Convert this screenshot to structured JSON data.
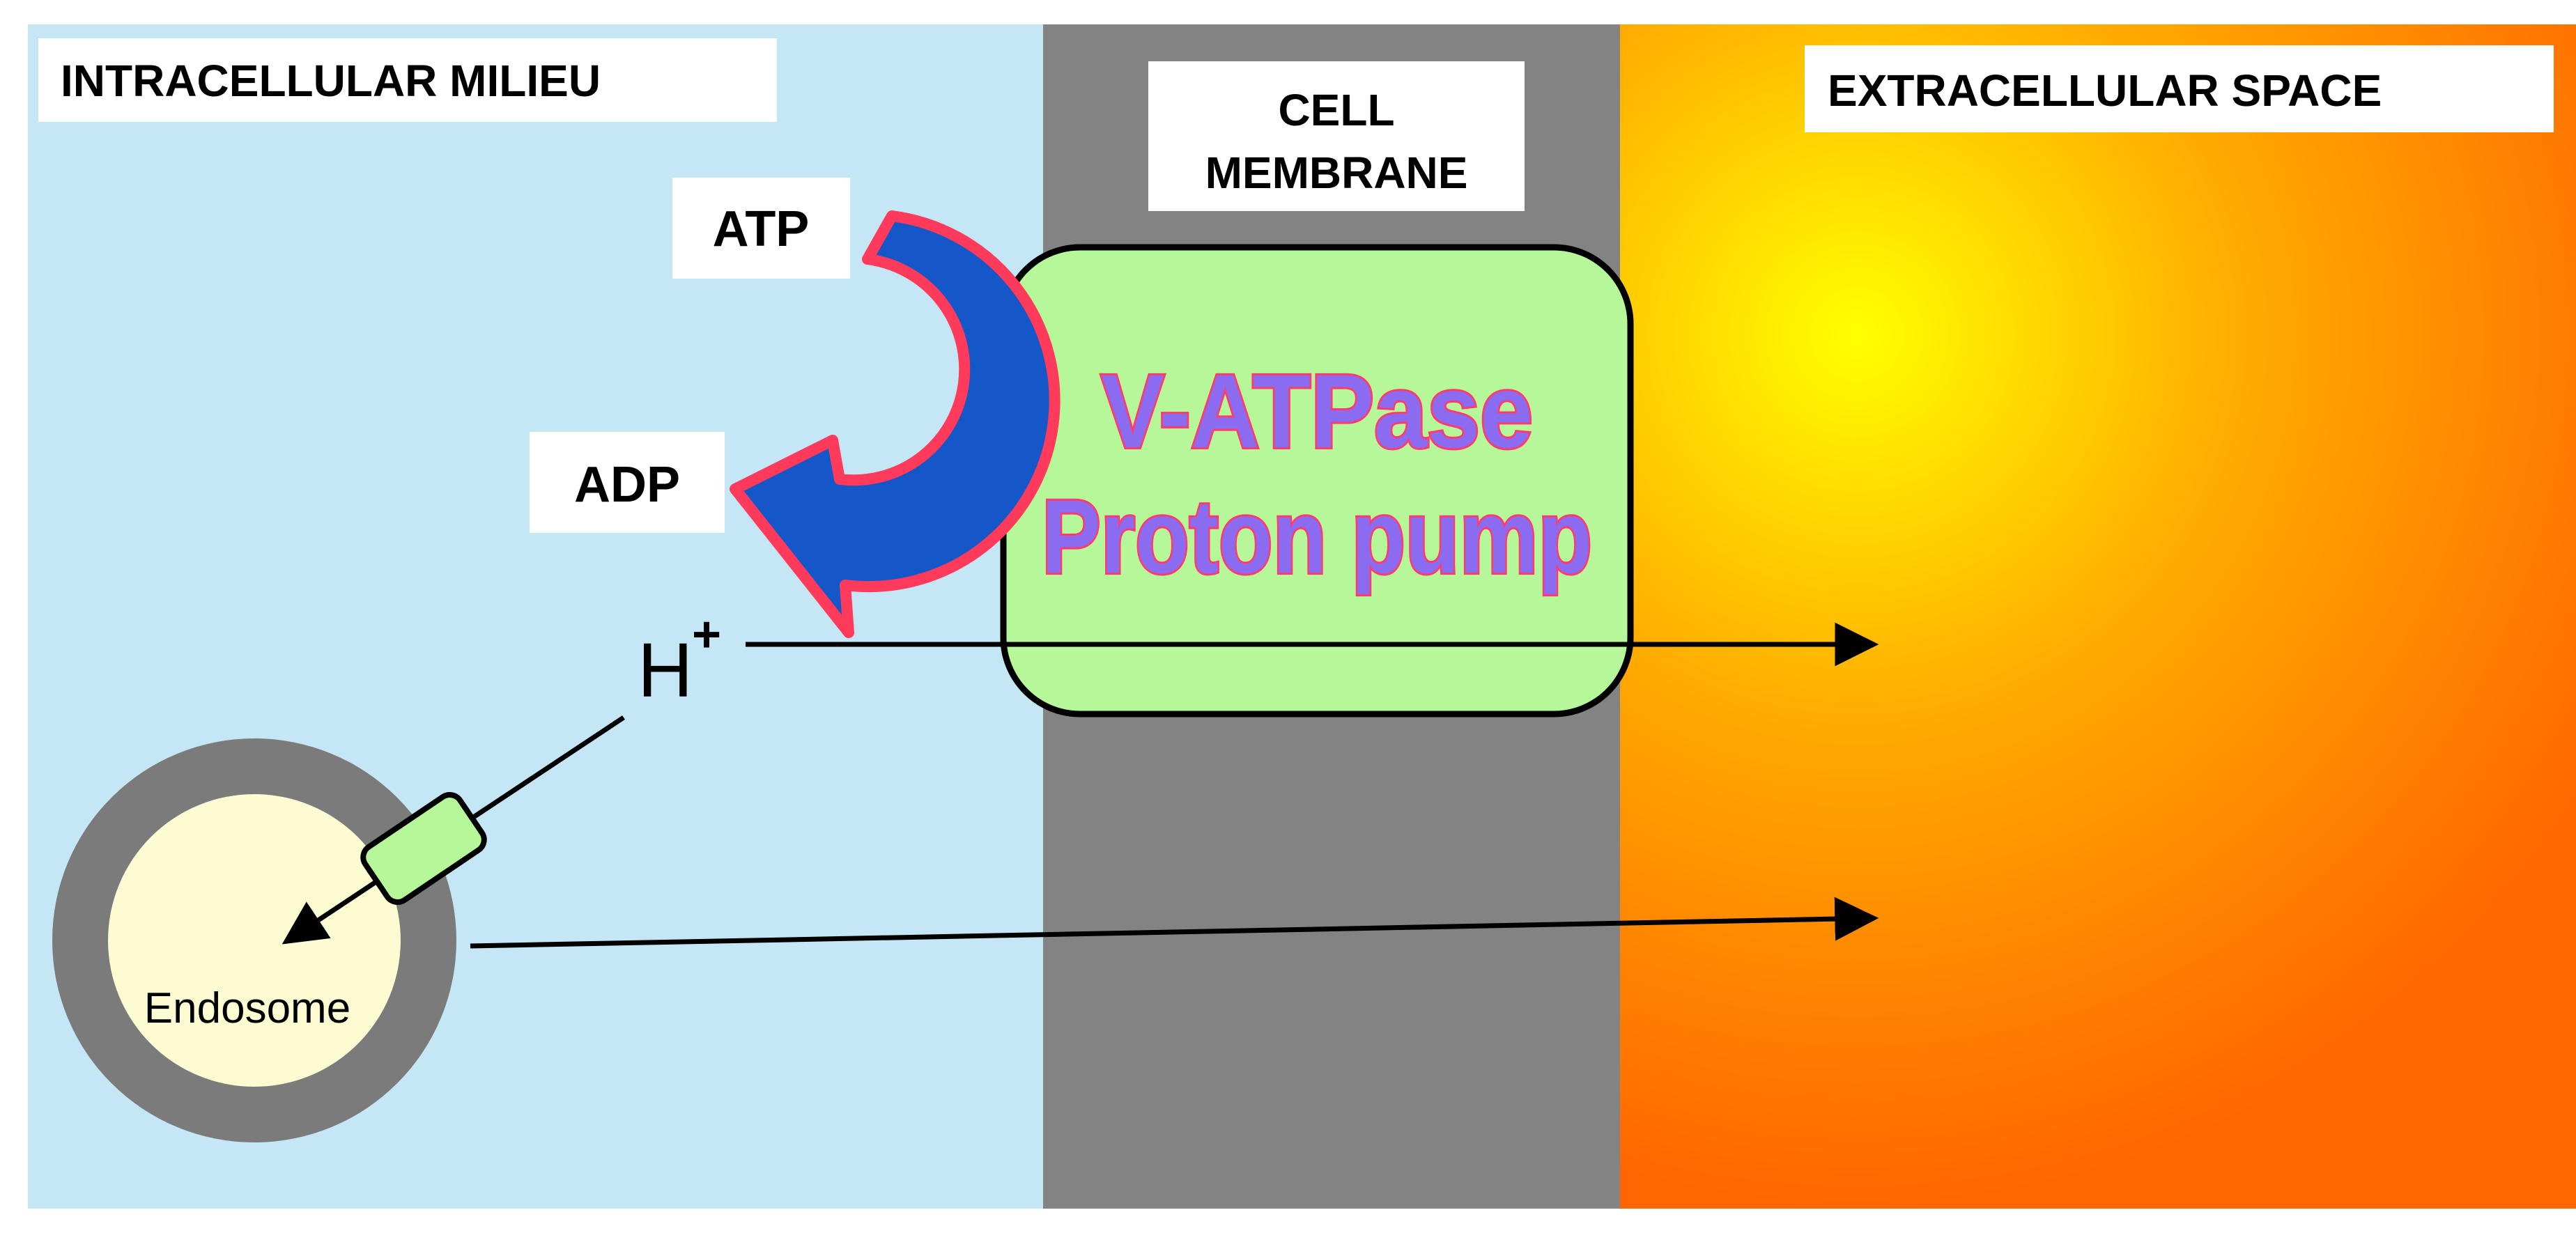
{
  "regions": {
    "intracellular": {
      "label": "INTRACELLULAR MILIEU",
      "color": "#c5e6f4"
    },
    "membrane": {
      "label_line1": "CELL",
      "label_line2": "MEMBRANE",
      "color": "#838383"
    },
    "extracellular": {
      "label": "EXTRACELLULAR SPACE",
      "color_center": "#ffff00",
      "color_mid": "#ffaa00",
      "color_edge": "#ff6600"
    }
  },
  "pump": {
    "title_line1": "V-ATPase",
    "title_line2": "Proton pump",
    "fill": "#b6f79a",
    "text_color": "#8b6cf0",
    "text_outline": "#ff3a6e"
  },
  "energy": {
    "atp_label": "ATP",
    "adp_label": "ADP",
    "arrow_fill": "#1556c9",
    "arrow_outline": "#ff3a5a"
  },
  "proton": {
    "symbol": "H",
    "charge": "+"
  },
  "endosome": {
    "label": "Endosome",
    "fill": "#fdfbd2",
    "ring": "#7b7b7b",
    "channel_fill": "#b6f79a"
  }
}
